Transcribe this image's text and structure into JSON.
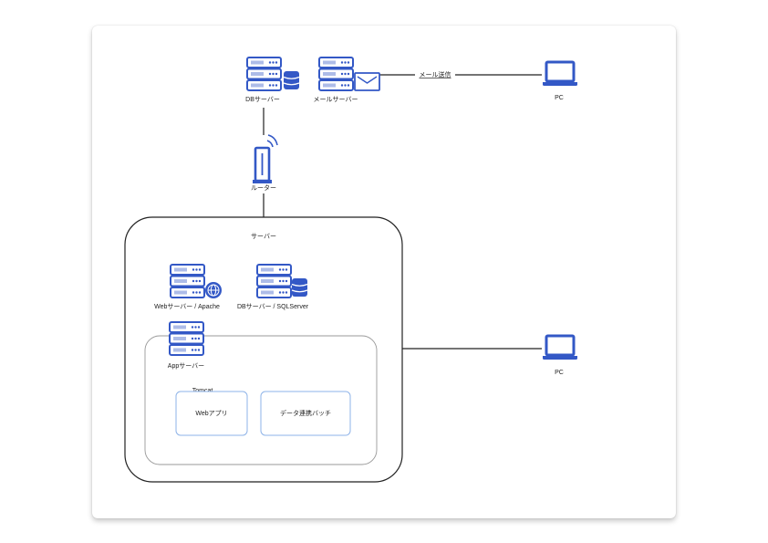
{
  "colors": {
    "icon_blue": "#3358C6",
    "line": "#222222",
    "inner_border": "#999999",
    "box_border": "#8EB3E8"
  },
  "nodes": {
    "db_server": {
      "label": "DBサーバー",
      "icon": "server-with-database-icon"
    },
    "mail_server": {
      "label": "メールサーバー",
      "icon": "server-with-mail-icon"
    },
    "mail_link": {
      "label": "メール送信"
    },
    "pc_top": {
      "label": "PC",
      "icon": "laptop-icon"
    },
    "router": {
      "label": "ルーター",
      "icon": "router-icon"
    },
    "server_group": {
      "label": "サーバー"
    },
    "web_server": {
      "label": "Webサーバー / Apache",
      "icon": "server-with-globe-icon"
    },
    "db_server2": {
      "label": "DBサーバー / SQLServer",
      "icon": "server-with-database-icon"
    },
    "app_server": {
      "label": "Appサーバー",
      "icon": "server-icon"
    },
    "tomcat": {
      "label": "Tomcat"
    },
    "web_app": {
      "label": "Webアプリ"
    },
    "batch": {
      "label": "データ連携バッチ"
    },
    "pc_bottom": {
      "label": "PC",
      "icon": "laptop-icon"
    }
  }
}
